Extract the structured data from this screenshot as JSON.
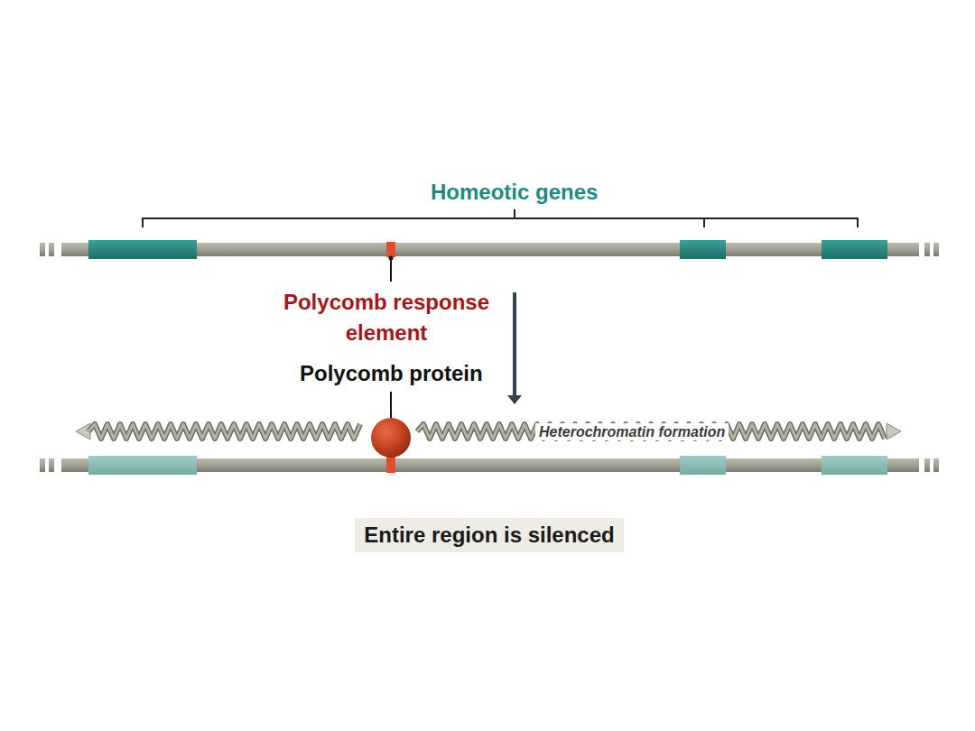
{
  "diagram": {
    "nodes": [
      {
        "text": [
          "Entire region is silenced"
        ]
      }
    ],
    "labels": [
      "Homeotic genes",
      "Polycomb response element",
      "Polycomb protein",
      "Heterochromatin formation"
    ]
  }
}
